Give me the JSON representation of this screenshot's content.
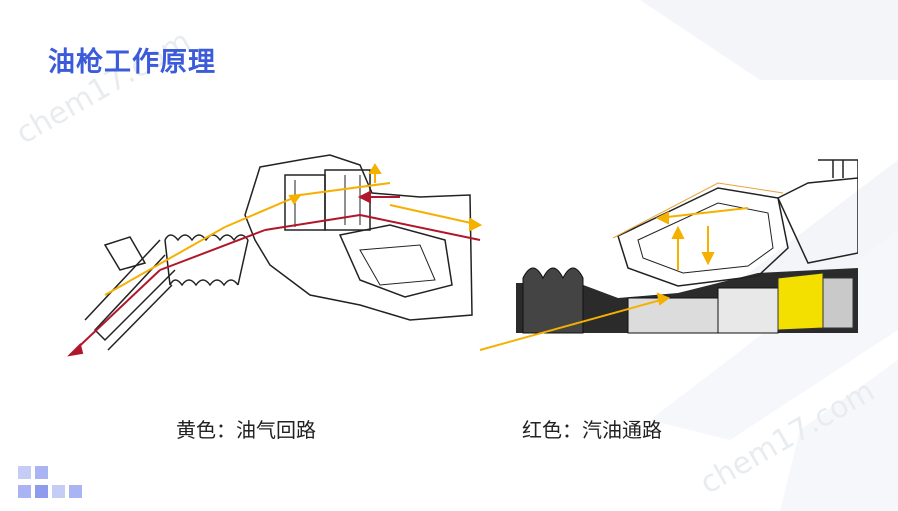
{
  "slide": {
    "title": "油枪工作原理",
    "caption_left": "黄色：油气回路",
    "caption_right": "红色：汽油通路",
    "watermark_top": "chem17.com",
    "watermark_bottom": "chem17.com"
  },
  "colors": {
    "title": "#3b5bdb",
    "vapor_path": "#f5b000",
    "fuel_path": "#b0172a",
    "accent_squares": "#aab4f2",
    "yellow_part": "#f4e000"
  }
}
